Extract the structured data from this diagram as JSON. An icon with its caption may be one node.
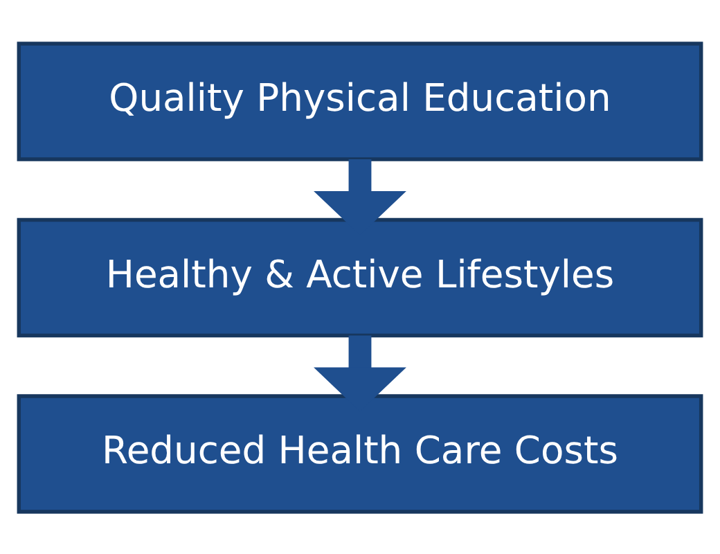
{
  "diagram": {
    "nodes": [
      {
        "text": [
          "Quality Physical Education"
        ]
      },
      {
        "text": [
          "Healthy & Active Lifestyles"
        ]
      },
      {
        "text": [
          "Reduced Health Care Costs"
        ]
      }
    ],
    "edges": [
      {
        "from": 0,
        "to": 1,
        "arrow": "to"
      },
      {
        "from": 1,
        "to": 2,
        "arrow": "to"
      }
    ]
  }
}
